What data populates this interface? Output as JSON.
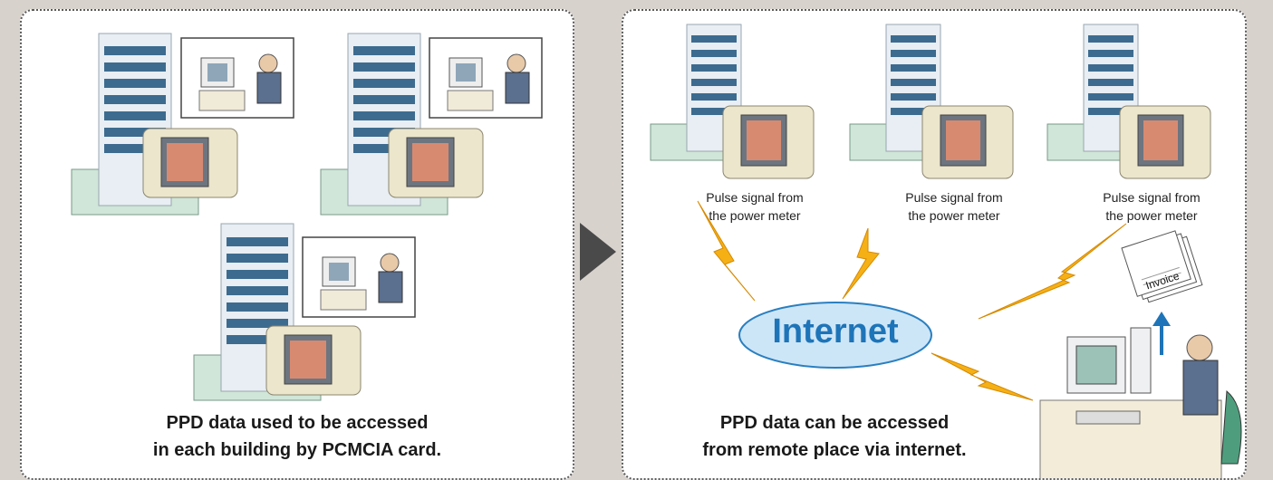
{
  "left_panel": {
    "caption_line1": "PPD data used to be accessed",
    "caption_line2": "in each building by PCMCIA card."
  },
  "right_panel": {
    "pulse_line1": "Pulse signal from",
    "pulse_line2": "the power meter",
    "internet_label": "Internet",
    "invoice_label": "Invoice",
    "caption_line1": "PPD data can be accessed",
    "caption_line2": "from remote place via internet."
  },
  "colors": {
    "background": "#d8d2cd",
    "internet_fill": "#cde6f7",
    "internet_text": "#1e74b8",
    "lightning": "#f5b016",
    "arrow": "#4a4a4a"
  }
}
